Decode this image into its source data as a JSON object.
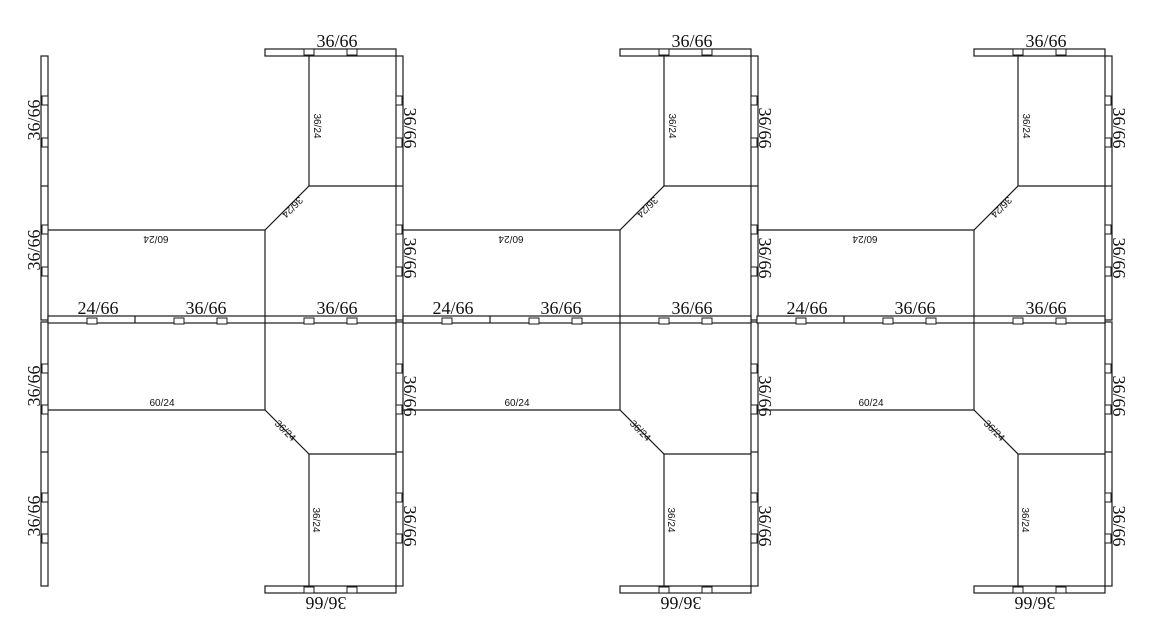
{
  "panel_labels": {
    "panel_36_66": "36/66",
    "panel_24_66": "24/66",
    "desk_60_24": "60/24",
    "corner_36_24": "36/24",
    "return_36_24": "36/24"
  },
  "modules": 3
}
